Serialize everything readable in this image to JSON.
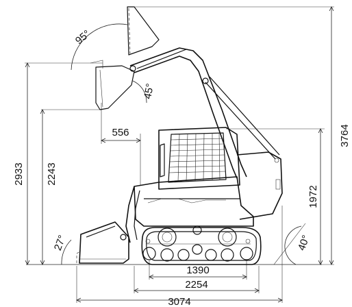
{
  "dimensions": {
    "overall_height": "3764",
    "hinge_pin_height": "2933",
    "dump_height": "2243",
    "cab_height": "1972",
    "dump_reach": "556",
    "track_ground_length": "1390",
    "overall_length_no_bucket": "2254",
    "overall_length_with_bucket": "3074"
  },
  "angles": {
    "rollback_at_max_height": "95°",
    "dump_angle": "45°",
    "rollback_on_ground": "27°",
    "departure_angle": "40°"
  }
}
